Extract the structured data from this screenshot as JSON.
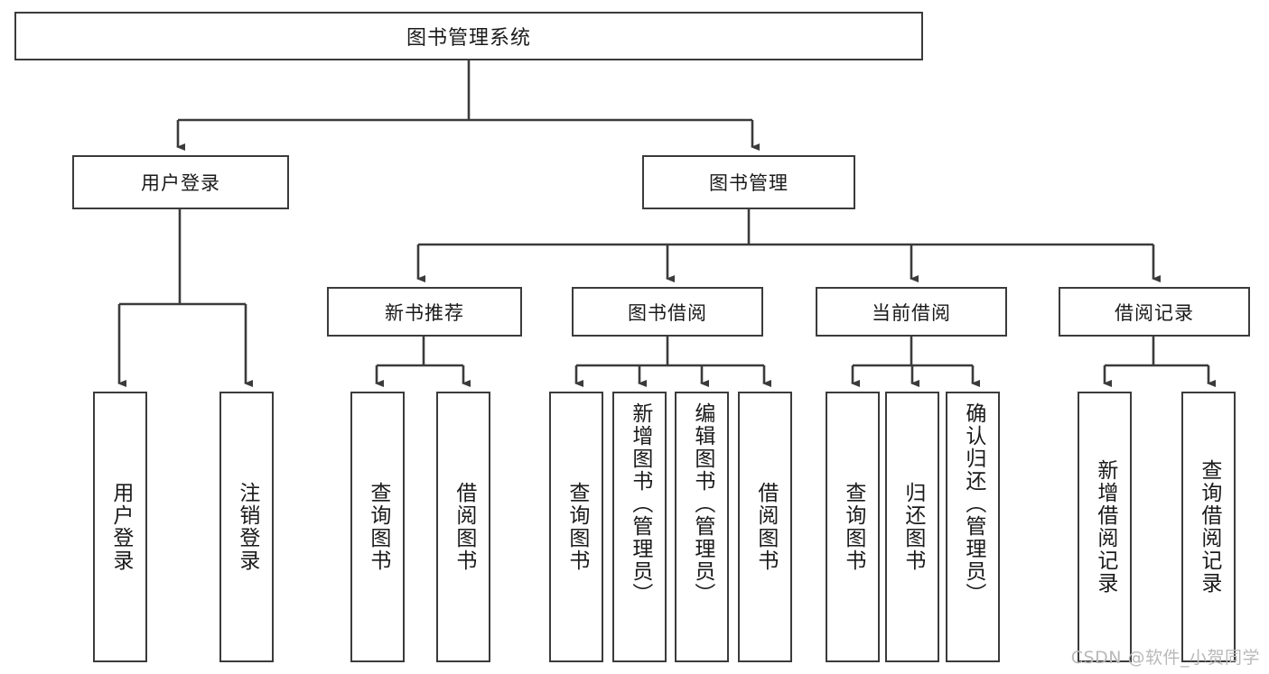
{
  "diagram": {
    "title": "图书管理系统",
    "type": "hierarchy-tree",
    "watermark": "CSDN @软件_小贺同学",
    "colors": {
      "box_border": "#3b3b3b",
      "box_fill": "#ffffff",
      "connector": "#3b3b3b",
      "text": "#1a1a1a",
      "watermark": "#b9b9b9",
      "background": "#ffffff"
    },
    "root": {
      "label": "图书管理系统"
    },
    "level2": [
      {
        "id": "user-login",
        "label": "用户登录"
      },
      {
        "id": "book-management",
        "label": "图书管理"
      }
    ],
    "level3": [
      {
        "id": "new-book-recommend",
        "label": "新书推荐",
        "parent": "book-management"
      },
      {
        "id": "book-borrow",
        "label": "图书借阅",
        "parent": "book-management"
      },
      {
        "id": "current-borrow",
        "label": "当前借阅",
        "parent": "book-management"
      },
      {
        "id": "borrow-record",
        "label": "借阅记录",
        "parent": "book-management"
      }
    ],
    "leaves": [
      {
        "id": "leaf-user-login",
        "label": "用户登录",
        "parent": "user-login"
      },
      {
        "id": "leaf-logout-login",
        "label": "注销登录",
        "parent": "user-login"
      },
      {
        "id": "leaf-query-book-1",
        "label": "查询图书",
        "parent": "new-book-recommend"
      },
      {
        "id": "leaf-borrow-book-1",
        "label": "借阅图书",
        "parent": "new-book-recommend"
      },
      {
        "id": "leaf-query-book-2",
        "label": "查询图书",
        "parent": "book-borrow"
      },
      {
        "id": "leaf-add-book",
        "label": "新增图书（管理员）",
        "parent": "book-borrow"
      },
      {
        "id": "leaf-edit-book",
        "label": "编辑图书（管理员）",
        "parent": "book-borrow"
      },
      {
        "id": "leaf-borrow-book-2",
        "label": "借阅图书",
        "parent": "book-borrow"
      },
      {
        "id": "leaf-query-book-3",
        "label": "查询图书",
        "parent": "current-borrow"
      },
      {
        "id": "leaf-return-book",
        "label": "归还图书",
        "parent": "current-borrow"
      },
      {
        "id": "leaf-confirm-return",
        "label": "确认归还（管理员）",
        "parent": "current-borrow"
      },
      {
        "id": "leaf-add-record",
        "label": "新增借阅记录",
        "parent": "borrow-record"
      },
      {
        "id": "leaf-query-record",
        "label": "查询借阅记录",
        "parent": "borrow-record"
      }
    ]
  }
}
